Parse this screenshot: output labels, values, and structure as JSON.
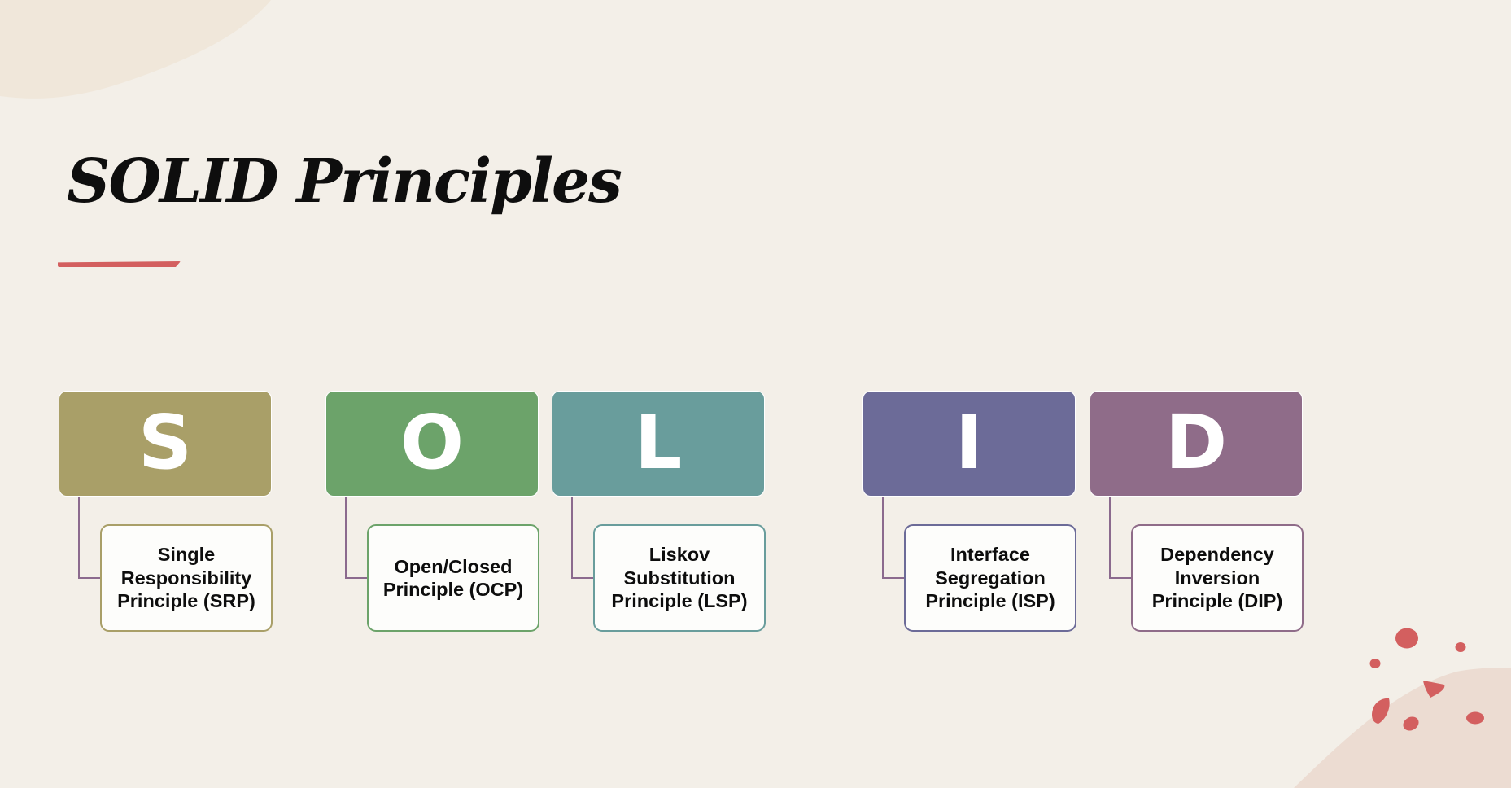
{
  "slide": {
    "title": "SOLID Principles",
    "accent_color": "#d35f5f",
    "background_color": "#f3efe8",
    "connector_color": "#8b6a8e"
  },
  "principles": [
    {
      "letter": "S",
      "name": "Single Responsibility Principle (SRP)",
      "color": "#a99f68"
    },
    {
      "letter": "O",
      "name": "Open/Closed Principle (OCP)",
      "color": "#6ca36a"
    },
    {
      "letter": "L",
      "name": "Liskov Substitution Principle (LSP)",
      "color": "#699d9c"
    },
    {
      "letter": "I",
      "name": "Interface Segregation Principle (ISP)",
      "color": "#6c6b98"
    },
    {
      "letter": "D",
      "name": "Dependency Inversion Principle (DIP)",
      "color": "#8f6c89"
    }
  ]
}
